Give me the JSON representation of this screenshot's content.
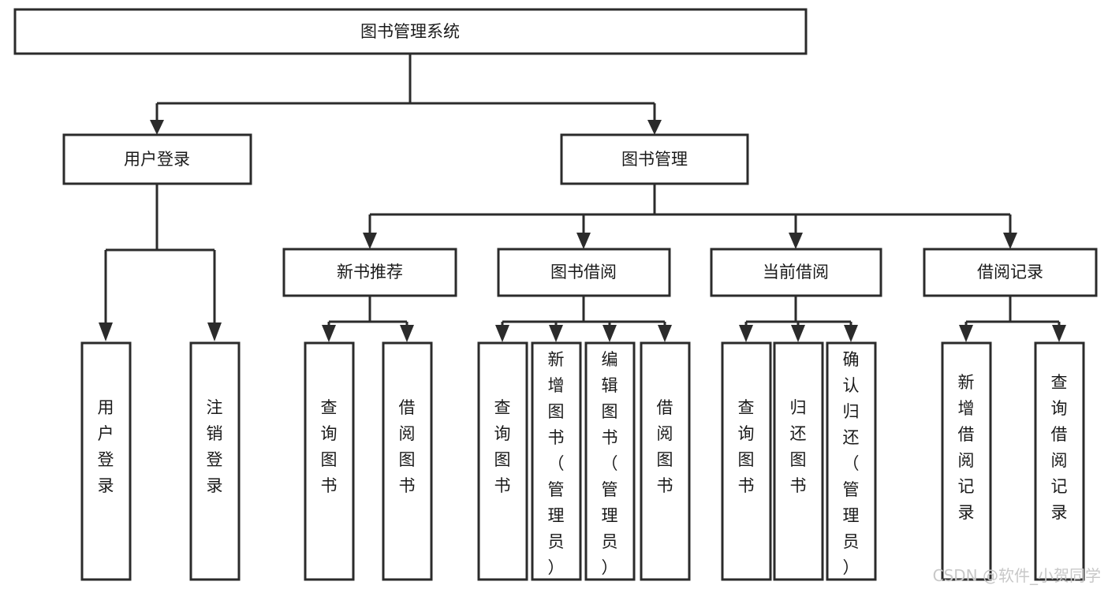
{
  "diagram": {
    "type": "function-hierarchy-tree",
    "orientation": "top-down",
    "title": "图书管理系统",
    "levels": 4,
    "colors": {
      "background": "#ffffff",
      "box_fill": "#ffffff",
      "box_stroke": "#2b2b2b",
      "connector": "#2b2b2b",
      "text": "#1a1a1a",
      "watermark": "#c8c8c8"
    },
    "nodes": {
      "root": {
        "label": "图书管理系统",
        "level": 0,
        "text_orientation": "horizontal"
      },
      "l1": [
        {
          "id": "user-login",
          "label": "用户登录",
          "level": 1,
          "text_orientation": "horizontal"
        },
        {
          "id": "book-manage",
          "label": "图书管理",
          "level": 1,
          "text_orientation": "horizontal"
        }
      ],
      "l2": [
        {
          "id": "new-book-rec",
          "label": "新书推荐",
          "level": 2,
          "parent": "book-manage",
          "text_orientation": "horizontal"
        },
        {
          "id": "book-borrow",
          "label": "图书借阅",
          "level": 2,
          "parent": "book-manage",
          "text_orientation": "horizontal"
        },
        {
          "id": "current-borrow",
          "label": "当前借阅",
          "level": 2,
          "parent": "book-manage",
          "text_orientation": "horizontal"
        },
        {
          "id": "borrow-record",
          "label": "借阅记录",
          "level": 2,
          "parent": "book-manage",
          "text_orientation": "horizontal"
        }
      ],
      "leaves": [
        {
          "id": "leaf-user-login",
          "label": "用户登录",
          "parent": "user-login",
          "text_orientation": "vertical"
        },
        {
          "id": "leaf-logout",
          "label": "注销登录",
          "parent": "user-login",
          "text_orientation": "vertical"
        },
        {
          "id": "leaf-rec-query-book",
          "label": "查询图书",
          "parent": "new-book-rec",
          "text_orientation": "vertical"
        },
        {
          "id": "leaf-rec-borrow-book",
          "label": "借阅图书",
          "parent": "new-book-rec",
          "text_orientation": "vertical"
        },
        {
          "id": "leaf-borrow-query-book",
          "label": "查询图书",
          "parent": "book-borrow",
          "text_orientation": "vertical"
        },
        {
          "id": "leaf-add-book-admin",
          "label": "新增图书（管理员）",
          "parent": "book-borrow",
          "text_orientation": "vertical"
        },
        {
          "id": "leaf-edit-book-admin",
          "label": "编辑图书（管理员）",
          "parent": "book-borrow",
          "text_orientation": "vertical"
        },
        {
          "id": "leaf-borrow-book",
          "label": "借阅图书",
          "parent": "book-borrow",
          "text_orientation": "vertical"
        },
        {
          "id": "leaf-cur-query-book",
          "label": "查询图书",
          "parent": "current-borrow",
          "text_orientation": "vertical"
        },
        {
          "id": "leaf-return-book",
          "label": "归还图书",
          "parent": "current-borrow",
          "text_orientation": "vertical"
        },
        {
          "id": "leaf-confirm-return-admin",
          "label": "确认归还（管理员）",
          "parent": "current-borrow",
          "text_orientation": "vertical"
        },
        {
          "id": "leaf-add-borrow-record",
          "label": "新增借阅记录",
          "parent": "borrow-record",
          "text_orientation": "vertical"
        },
        {
          "id": "leaf-query-borrow-record",
          "label": "查询借阅记录",
          "parent": "borrow-record",
          "text_orientation": "vertical"
        }
      ]
    }
  },
  "watermark": {
    "text": "CSDN @软件_小贺同学"
  }
}
